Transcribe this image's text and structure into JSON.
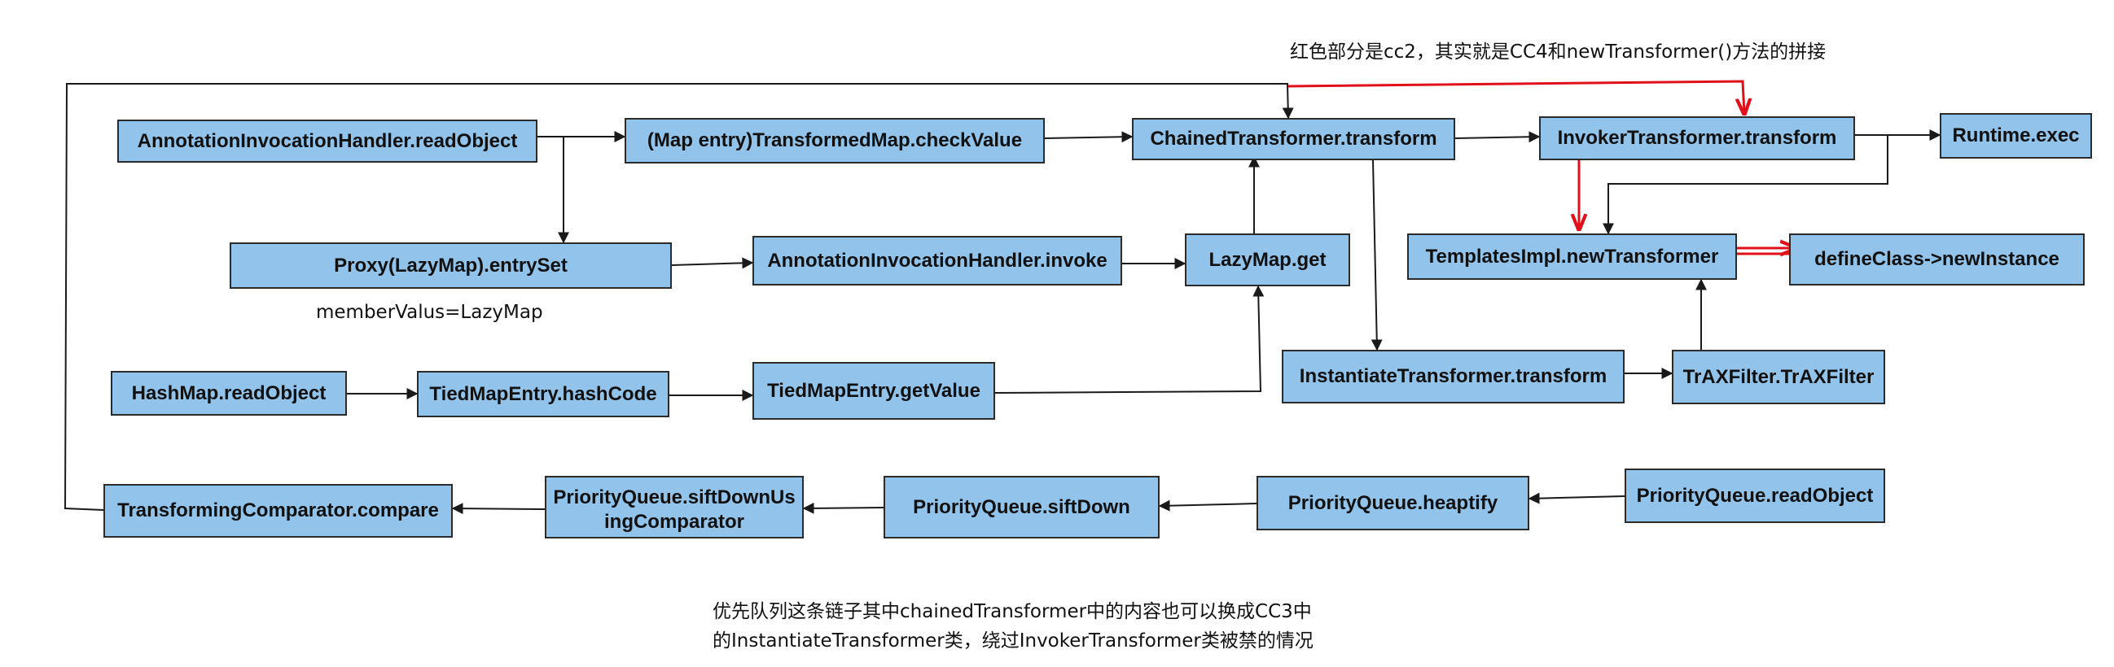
{
  "nodes": {
    "aih_readobject": "AnnotationInvocationHandler.readObject",
    "transformedmap_checkvalue": "(Map entry)TransformedMap.checkValue",
    "chainedtransformer_transform": "ChainedTransformer.transform",
    "invokertransformer_transform": "InvokerTransformer.transform",
    "runtime_exec": "Runtime.exec",
    "proxy_lazymap_entryset": "Proxy(LazyMap).entrySet",
    "aih_invoke": "AnnotationInvocationHandler.invoke",
    "lazymap_get": "LazyMap.get",
    "templatesimpl_newtransformer": "TemplatesImpl.newTransformer",
    "defineclass_newinstance": "defineClass->newInstance",
    "hashmap_readobject": "HashMap.readObject",
    "tiedmapentry_hashcode": "TiedMapEntry.hashCode",
    "tiedmapentry_getvalue": "TiedMapEntry.getValue",
    "instantiatetransformer_transform": "InstantiateTransformer.transform",
    "traxfilter": "TrAXFilter.TrAXFilter",
    "transformingcomparator_compare": "TransformingComparator.compare",
    "priorityqueue_siftdownusingcomparator": "PriorityQueue.siftDownUsingComparator",
    "priorityqueue_siftdown": "PriorityQueue.siftDown",
    "priorityqueue_heaptify": "PriorityQueue.heaptify",
    "priorityqueue_readobject": "PriorityQueue.readObject"
  },
  "notes": {
    "red_part": "红色部分是cc2，其实就是CC4和newTransformer()方法的拼接",
    "membervalus": "memberValus=LazyMap",
    "priority_line1": "优先队列这条链子其中chainedTransformer中的内容也可以换成CC3中",
    "priority_line2": "的InstantiateTransformer类，绕过InvokerTransformer类被禁的情况"
  },
  "colors": {
    "node_fill": "#92c3ea",
    "node_border": "#2b2b2b",
    "arrow": "#1a1a1a",
    "highlight": "#e0101a"
  }
}
